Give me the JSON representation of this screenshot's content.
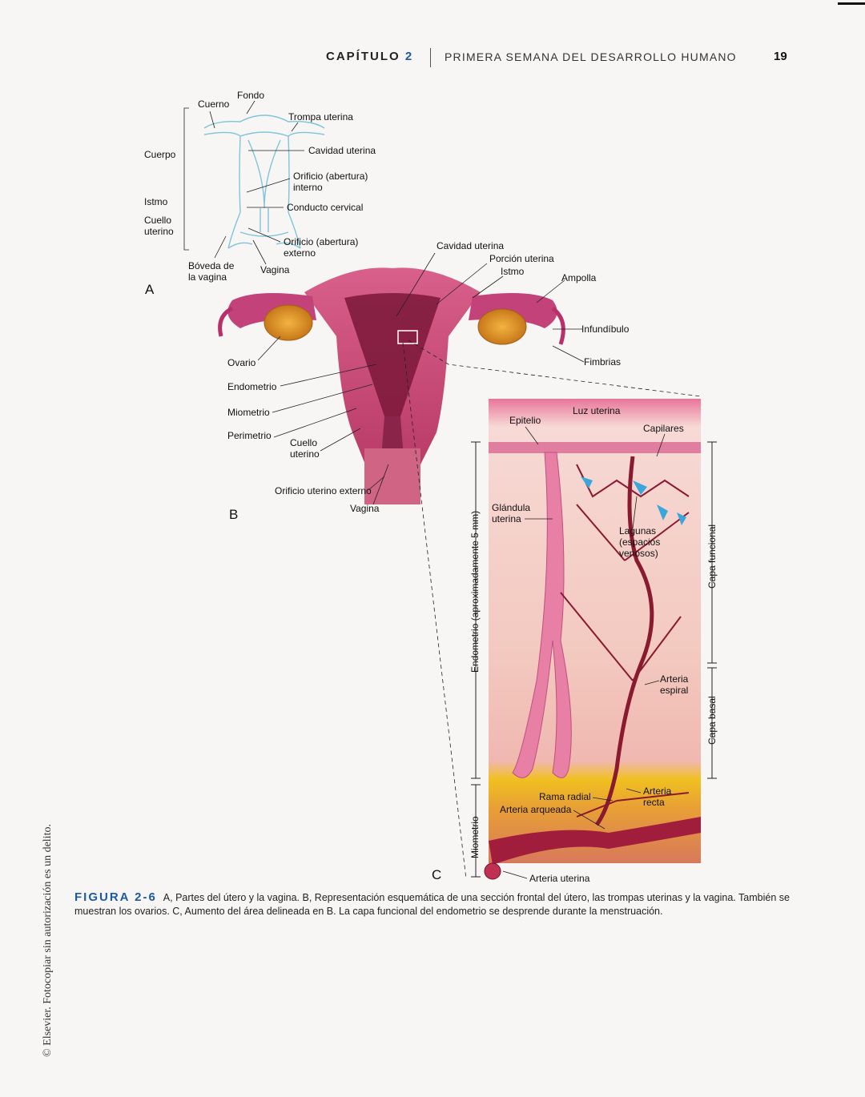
{
  "header": {
    "chapter_word": "CAPÍTULO",
    "chapter_number": "2",
    "section_title": "PRIMERA SEMANA DEL DESARROLLO HUMANO",
    "page_number": "19"
  },
  "panel_a": {
    "letter": "A",
    "labels": {
      "fondo": "Fondo",
      "cuerno": "Cuerno",
      "trompa": "Trompa uterina",
      "cuerpo": "Cuerpo",
      "cavidad": "Cavidad uterina",
      "orificio_interno_1": "Orificio (abertura)",
      "orificio_interno_2": "interno",
      "istmo": "Istmo",
      "conducto": "Conducto cervical",
      "cuello_1": "Cuello",
      "cuello_2": "uterino",
      "orificio_externo_1": "Orificio (abertura)",
      "orificio_externo_2": "externo",
      "boveda_1": "Bóveda de",
      "boveda_2": "la vagina",
      "vagina": "Vagina"
    }
  },
  "panel_b": {
    "letter": "B",
    "labels": {
      "cavidad": "Cavidad uterina",
      "porcion": "Porción uterina",
      "istmo": "Istmo",
      "ampolla": "Ampolla",
      "infundibulo": "Infundíbulo",
      "fimbrias": "Fimbrias",
      "ovario": "Ovario",
      "endometrio": "Endometrio",
      "miometrio": "Miometrio",
      "perimetrio": "Perimetrio",
      "cuello_1": "Cuello",
      "cuello_2": "uterino",
      "orificio_externo": "Orificio uterino externo",
      "vagina": "Vagina"
    }
  },
  "panel_c": {
    "letter": "C",
    "labels": {
      "luz": "Luz uterina",
      "epitelio": "Epitelio",
      "capilares": "Capilares",
      "glandula_1": "Glándula",
      "glandula_2": "uterina",
      "lagunas_1": "Lagunas",
      "lagunas_2": "(espacios",
      "lagunas_3": "venosos)",
      "arteria_espiral_1": "Arteria",
      "arteria_espiral_2": "espiral",
      "rama_radial": "Rama radial",
      "arteria_recta_1": "Arteria",
      "arteria_recta_2": "recta",
      "arteria_arqueada": "Arteria arqueada",
      "arteria_uterina": "Arteria uterina",
      "endometrio_scale": "Endometrio (aproximadamente 5 mm)",
      "miometrio_scale": "Miometrio",
      "capa_funcional": "Capa funcional",
      "capa_basal": "Capa basal"
    }
  },
  "caption": {
    "figure_label": "FIGURA 2-6",
    "text": "A, Partes del útero y la vagina. B, Representación esquemática de una sección frontal del útero, las trompas uterinas y la vagina. También se muestran los ovarios. C, Aumento del área delineada en B. La capa funcional del endometrio se desprende durante la menstruación."
  },
  "side_note": "© Elsevier. Fotocopiar sin autorización es un delito."
}
